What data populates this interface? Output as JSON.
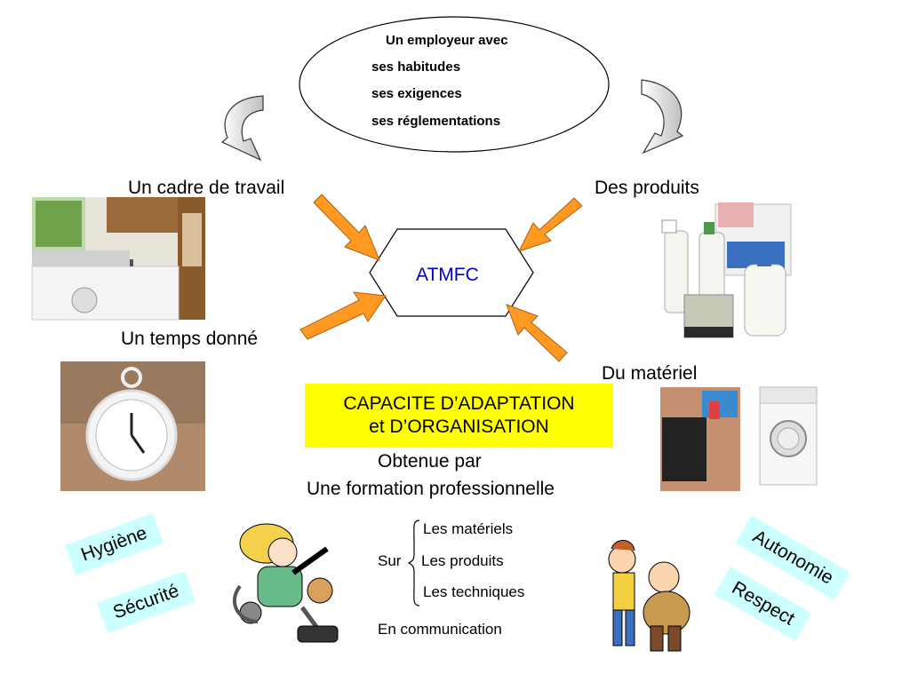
{
  "ellipse": {
    "line1": "Un employeur avec",
    "line2": "ses habitudes",
    "line3": "ses exigences",
    "line4": "ses réglementations"
  },
  "labels": {
    "cadre": "Un cadre de travail",
    "produits": "Des produits",
    "temps": "Un temps donné",
    "materiel": "Du matériel"
  },
  "center": {
    "label": "ATMFC",
    "color": "#0000cc"
  },
  "capacite": {
    "line1": "CAPACITE D’ADAPTATION",
    "line2": "et D’ORGANISATION"
  },
  "obtenue": {
    "line1": "Obtenue par",
    "line2": "Une formation professionnelle"
  },
  "sur": {
    "label": "Sur",
    "items": [
      "Les matériels",
      "Les produits",
      "Les techniques"
    ]
  },
  "communication": "En  communication",
  "tags": {
    "hygiene": "Hygiène",
    "securite": "Sécurité",
    "autonomie": "Autonomie",
    "respect": "Respect"
  },
  "colors": {
    "arrow": "#ff9922",
    "tag_bg": "#ccffff",
    "highlight": "#ffff00"
  }
}
